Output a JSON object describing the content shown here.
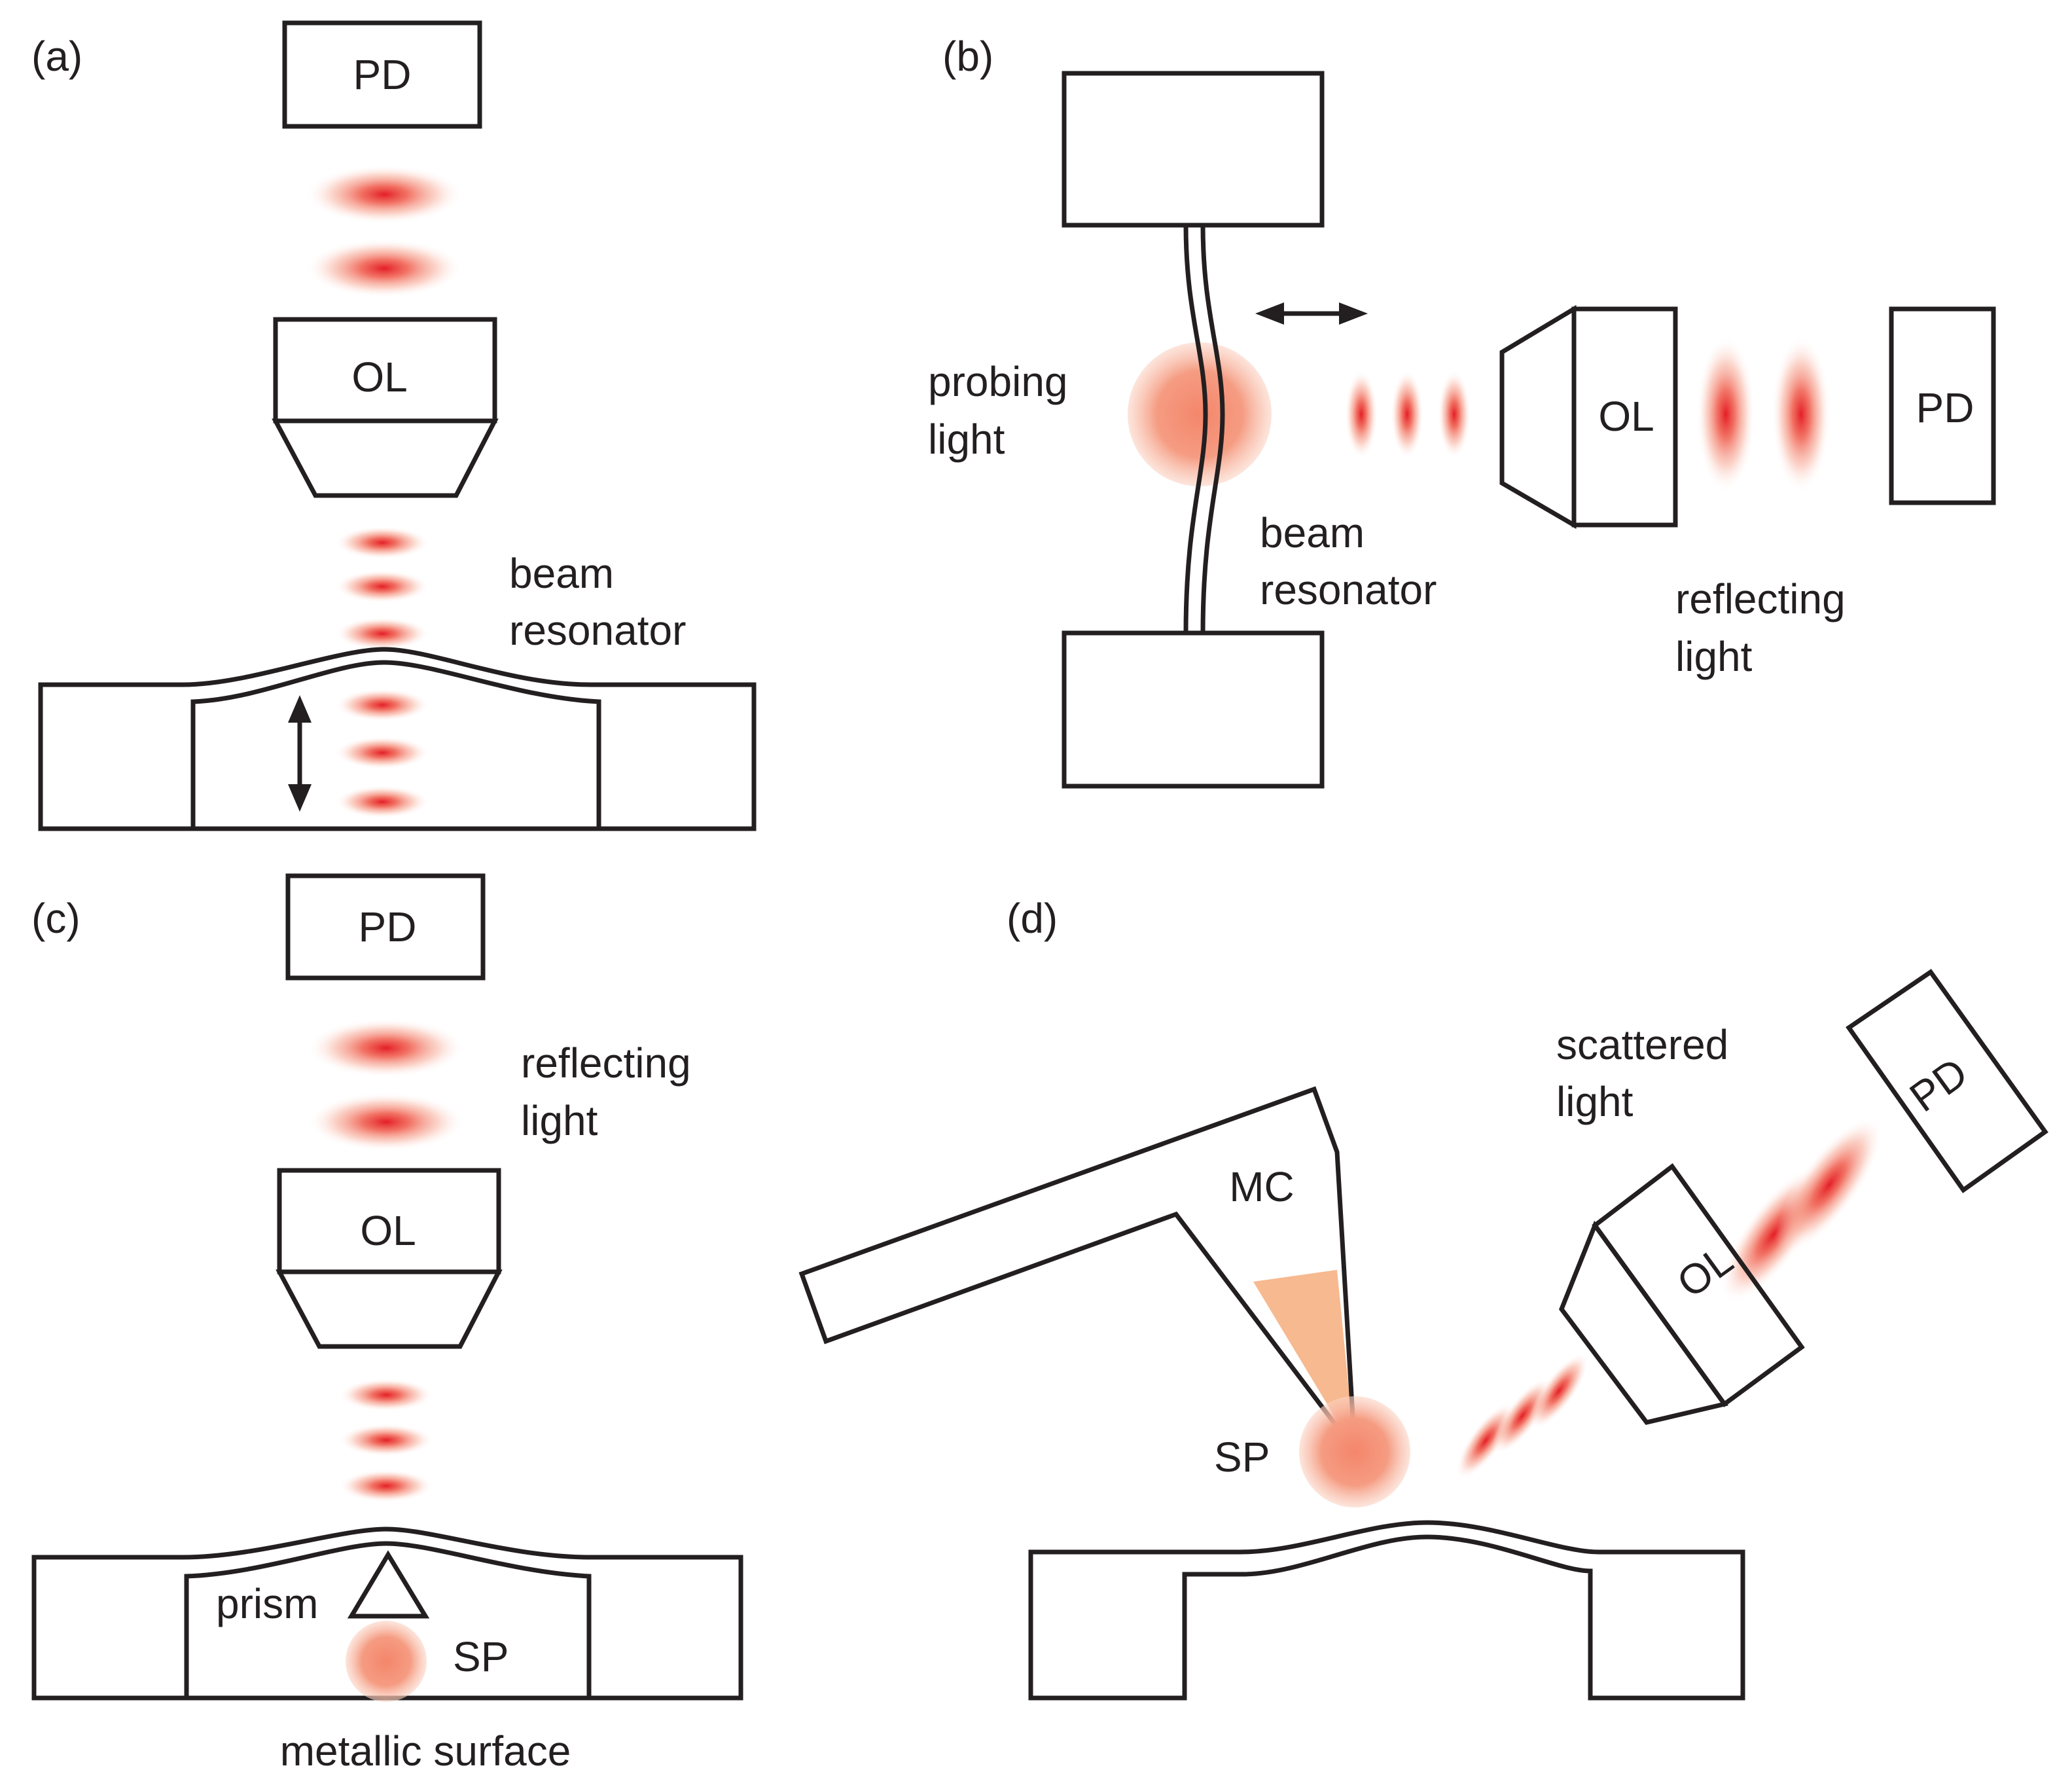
{
  "panels": {
    "a": {
      "tag": "(a)",
      "pd": "PD",
      "ol": "OL",
      "caption_1": "beam",
      "caption_2": "resonator"
    },
    "b": {
      "tag": "(b)",
      "pd": "PD",
      "ol": "OL",
      "probing_1": "probing",
      "probing_2": "light",
      "beam_1": "beam",
      "beam_2": "resonator",
      "reflecting_1": "reflecting",
      "reflecting_2": "light"
    },
    "c": {
      "tag": "(c)",
      "pd": "PD",
      "ol": "OL",
      "reflecting_1": "reflecting",
      "reflecting_2": "light",
      "prism": "prism",
      "sp": "SP",
      "surface": "metallic surface"
    },
    "d": {
      "tag": "(d)",
      "pd": "PD",
      "ol": "OL",
      "mc": "MC",
      "sp": "SP",
      "scattered_1": "scattered",
      "scattered_2": "light"
    }
  },
  "colors": {
    "line": "#231f20",
    "beam_core": "#e41f26",
    "spot": "#f39074",
    "tip_fill": "#f7b98f"
  }
}
